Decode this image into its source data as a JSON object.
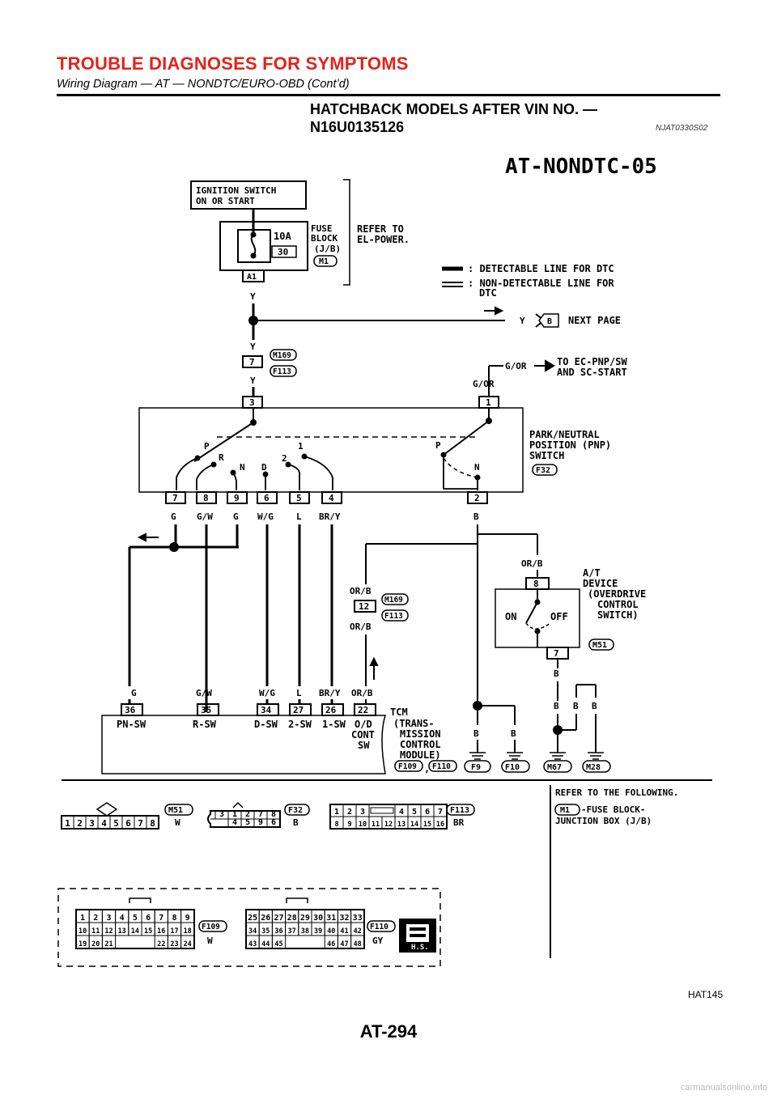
{
  "header": {
    "title": "TROUBLE DIAGNOSES FOR SYMPTOMS",
    "subtitle": "Wiring Diagram — AT — NONDTC/EURO-OBD (Cont’d)"
  },
  "section": {
    "title_line1": "HATCHBACK MODELS AFTER VIN NO. —",
    "title_line2": "N16U0135126",
    "code": "NJAT0330S02"
  },
  "diagram": {
    "id": "AT-NONDTC-05",
    "ignition_line1": "IGNITION SWITCH",
    "ignition_line2": "ON OR START",
    "fuse_amp": "10A",
    "fuse_no": "30",
    "fuse_block_line1": "FUSE",
    "fuse_block_line2": "BLOCK",
    "fuse_block_line3": "(J/B)",
    "fuse_conn": "M1",
    "refer_line1": "REFER TO",
    "refer_line2": "EL-POWER.",
    "legend_detect": ": DETECTABLE LINE FOR DTC",
    "legend_nondetect1": ": NON-DETECTABLE LINE FOR",
    "legend_nondetect2": "DTC",
    "next_page_color": "Y",
    "next_page_tag": "B",
    "next_page": "NEXT PAGE",
    "to_ec_color": "G/OR",
    "to_ec_line1": "TO EC-PNP/SW",
    "to_ec_line2": "AND SC-START",
    "pnp_line1": "PARK/NEUTRAL",
    "pnp_line2": "POSITION (PNP)",
    "pnp_line3": "SWITCH",
    "pnp_conn": "F32",
    "joint_conn_1": "M169",
    "joint_conn_2": "F113",
    "atd_line1": "A/T",
    "atd_line2": "DEVICE",
    "atd_line3": "(OVERDRIVE",
    "atd_line4": "CONTROL",
    "atd_line5": "SWITCH)",
    "atd_conn": "M51",
    "atd_on": "ON",
    "atd_off": "OFF",
    "tcm_line1": "TCM",
    "tcm_line2": "(TRANS-",
    "tcm_line3": "MISSION",
    "tcm_line4": "CONTROL",
    "tcm_line5": "MODULE)",
    "tcm_conn1": "F109",
    "tcm_conn2": "F110",
    "tcm_pins": [
      {
        "pin": "36",
        "label": "PN-SW",
        "wire": "G"
      },
      {
        "pin": "35",
        "label": "R-SW",
        "wire": "G/W"
      },
      {
        "pin": "34",
        "label": "D-SW",
        "wire": "W/G"
      },
      {
        "pin": "27",
        "label": "2-SW",
        "wire": "L"
      },
      {
        "pin": "26",
        "label": "1-SW",
        "wire": "BR/Y"
      },
      {
        "pin": "22",
        "label": "O/D",
        "wire": "OR/B"
      }
    ],
    "tcm_od_line2": "CONT",
    "tcm_od_line3": "SW",
    "pnp_bottom_pins": [
      {
        "pin": "7",
        "wire": "G"
      },
      {
        "pin": "8",
        "wire": "G/W"
      },
      {
        "pin": "9",
        "wire": "G"
      },
      {
        "pin": "6",
        "wire": "W/G"
      },
      {
        "pin": "5",
        "wire": "L"
      },
      {
        "pin": "4",
        "wire": "BR/Y"
      }
    ],
    "pnp_positions": [
      "P",
      "R",
      "N",
      "D",
      "2",
      "1"
    ],
    "pnp_right_positions": [
      "P",
      "N"
    ],
    "wires": {
      "y": "Y",
      "gor": "G/OR",
      "b": "B",
      "orb": "OR/B",
      "g": "G",
      "gw": "G/W"
    },
    "pins": {
      "a1": "A1",
      "p7": "7",
      "p3": "3",
      "p1": "1",
      "p2": "2",
      "p12": "12",
      "p8": "8",
      "p7b": "7"
    },
    "grounds": [
      "F9",
      "F10",
      "M67",
      "M28"
    ]
  },
  "connectors": {
    "m51": {
      "id": "M51",
      "color": "W",
      "pins": [
        "1",
        "2",
        "3",
        "4",
        "5",
        "6",
        "7",
        "8"
      ]
    },
    "f32": {
      "id": "F32",
      "color": "B",
      "top": [
        "3",
        "1",
        "2",
        "7",
        "8"
      ],
      "bottom": [
        "4",
        "5",
        "9",
        "6"
      ]
    },
    "f113": {
      "id": "F113",
      "color": "BR",
      "top": [
        "1",
        "2",
        "3",
        "4",
        "5",
        "6",
        "7"
      ],
      "bottom": [
        "8",
        "9",
        "10",
        "11",
        "12",
        "13",
        "14",
        "15",
        "16"
      ]
    },
    "refer_following": "REFER TO THE FOLLOWING.",
    "m1_ref_id": "M1",
    "m1_ref_line1": "-FUSE BLOCK-",
    "m1_ref_line2": "JUNCTION BOX (J/B)",
    "f109": {
      "id": "F109",
      "color": "W",
      "r1": [
        "1",
        "2",
        "3",
        "4",
        "5",
        "6",
        "7",
        "8",
        "9"
      ],
      "r2": [
        "10",
        "11",
        "12",
        "13",
        "14",
        "15",
        "16",
        "17",
        "18"
      ],
      "r3": [
        "19",
        "20",
        "21",
        "22",
        "23",
        "24"
      ]
    },
    "f110": {
      "id": "F110",
      "color": "GY",
      "r1": [
        "25",
        "26",
        "27",
        "28",
        "29",
        "30",
        "31",
        "32",
        "33"
      ],
      "r2": [
        "34",
        "35",
        "36",
        "37",
        "38",
        "39",
        "40",
        "41",
        "42"
      ],
      "r3": [
        "43",
        "44",
        "45",
        "46",
        "47",
        "48"
      ]
    },
    "hs": "H.S."
  },
  "figure_code": "HAT145",
  "page_number": "AT-294",
  "footer": "carmanualsonline.info"
}
